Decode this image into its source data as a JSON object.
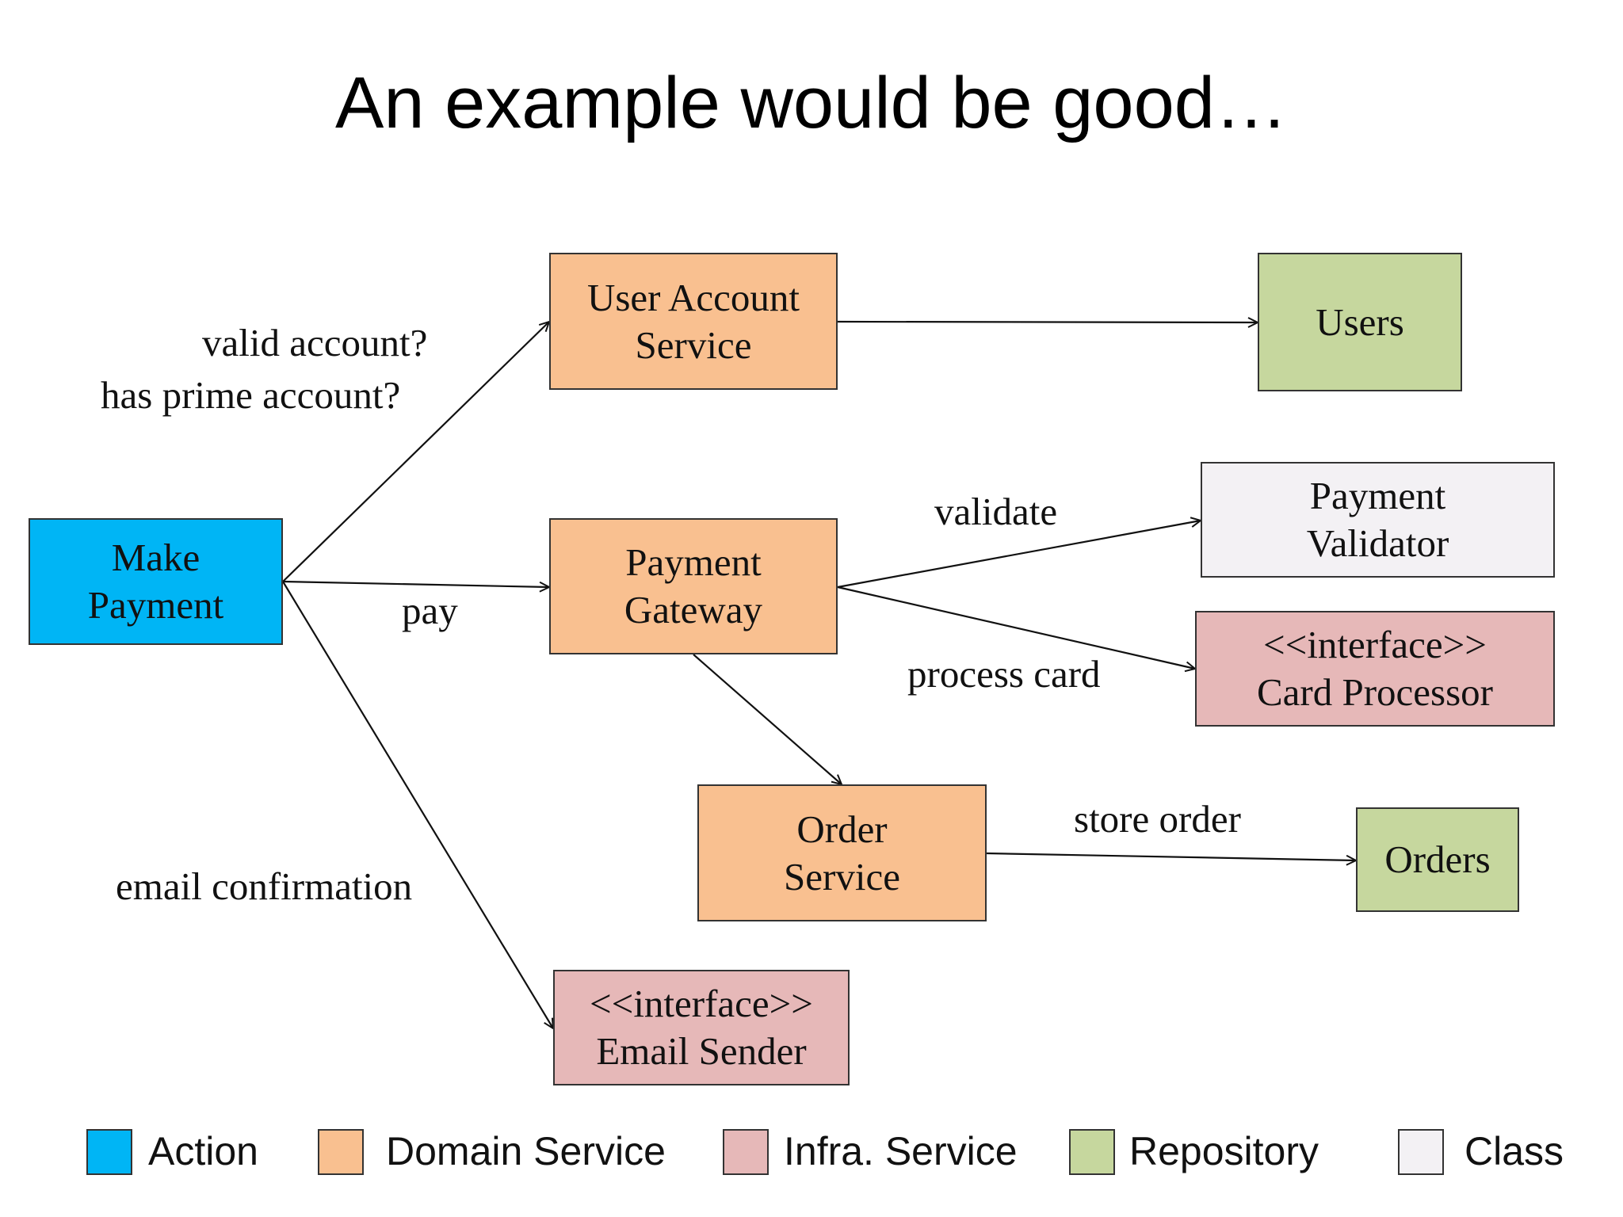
{
  "title": "An example would be good…",
  "colors": {
    "action": "#00b5f5",
    "domain_service": "#f9c090",
    "infra_service": "#e6b8b8",
    "repository": "#c6d79e",
    "class": "#f3f1f4"
  },
  "nodes": {
    "make_payment": {
      "line1": "Make",
      "line2": "Payment",
      "kind": "action"
    },
    "user_account_service": {
      "line1": "User Account",
      "line2": "Service",
      "kind": "domain_service"
    },
    "users": {
      "line1": "Users",
      "kind": "repository"
    },
    "payment_gateway": {
      "line1": "Payment",
      "line2": "Gateway",
      "kind": "domain_service"
    },
    "payment_validator": {
      "line1": "Payment",
      "line2": "Validator",
      "kind": "class"
    },
    "card_processor": {
      "line1": "<<interface>>",
      "line2": "Card Processor",
      "kind": "infra_service"
    },
    "order_service": {
      "line1": "Order",
      "line2": "Service",
      "kind": "domain_service"
    },
    "orders": {
      "line1": "Orders",
      "kind": "repository"
    },
    "email_sender": {
      "line1": "<<interface>>",
      "line2": "Email Sender",
      "kind": "infra_service"
    }
  },
  "edges": [
    {
      "from": "make_payment",
      "to": "user_account_service",
      "label": "valid account?",
      "label2": "has prime account?"
    },
    {
      "from": "make_payment",
      "to": "payment_gateway",
      "label": "pay"
    },
    {
      "from": "make_payment",
      "to": "email_sender",
      "label": "email confirmation"
    },
    {
      "from": "user_account_service",
      "to": "users",
      "label": ""
    },
    {
      "from": "payment_gateway",
      "to": "payment_validator",
      "label": "validate"
    },
    {
      "from": "payment_gateway",
      "to": "card_processor",
      "label": "process card"
    },
    {
      "from": "payment_gateway",
      "to": "order_service",
      "label": ""
    },
    {
      "from": "order_service",
      "to": "orders",
      "label": "store order"
    }
  ],
  "legend": [
    {
      "label": "Action",
      "kind": "action"
    },
    {
      "label": "Domain Service",
      "kind": "domain_service"
    },
    {
      "label": "Infra. Service",
      "kind": "infra_service"
    },
    {
      "label": "Repository",
      "kind": "repository"
    },
    {
      "label": "Class",
      "kind": "class"
    }
  ]
}
